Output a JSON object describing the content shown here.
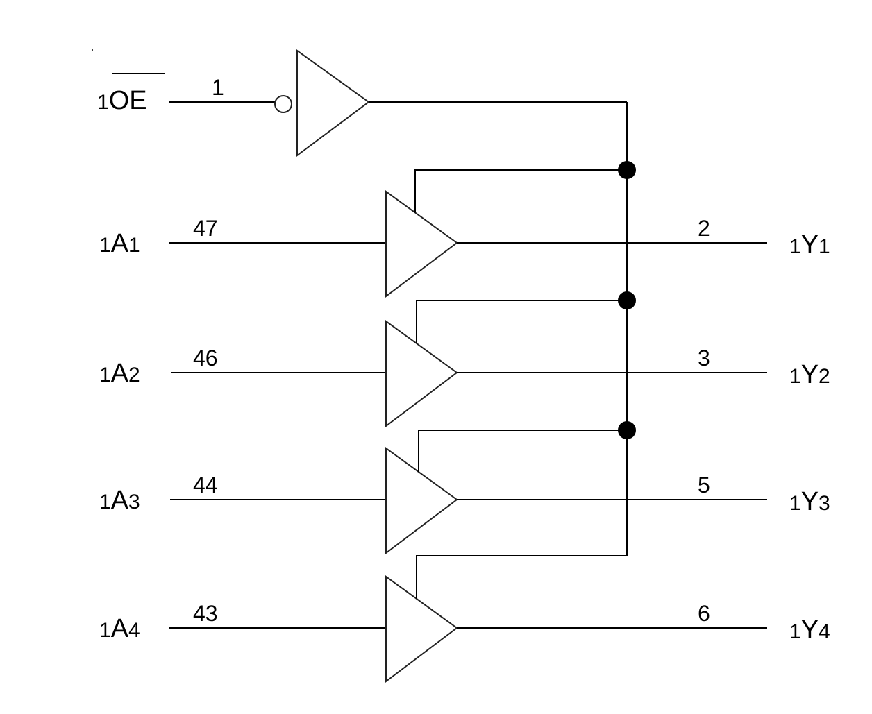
{
  "diagram": {
    "type": "logic-schematic",
    "description": "Quad non-inverting buffer with shared active-low output enable",
    "enable": {
      "prefix": "1",
      "name": "OE",
      "active_low": true,
      "pin": "1"
    },
    "channels": [
      {
        "input": {
          "prefix": "1",
          "name": "A",
          "index": "1"
        },
        "input_pin": "47",
        "output_pin": "2",
        "output": {
          "prefix": "1",
          "name": "Y",
          "index": "1"
        }
      },
      {
        "input": {
          "prefix": "1",
          "name": "A",
          "index": "2"
        },
        "input_pin": "46",
        "output_pin": "3",
        "output": {
          "prefix": "1",
          "name": "Y",
          "index": "2"
        }
      },
      {
        "input": {
          "prefix": "1",
          "name": "A",
          "index": "3"
        },
        "input_pin": "44",
        "output_pin": "5",
        "output": {
          "prefix": "1",
          "name": "Y",
          "index": "3"
        }
      },
      {
        "input": {
          "prefix": "1",
          "name": "A",
          "index": "4"
        },
        "input_pin": "43",
        "output_pin": "6",
        "output": {
          "prefix": "1",
          "name": "Y",
          "index": "4"
        }
      }
    ],
    "junction_dots": 3
  }
}
